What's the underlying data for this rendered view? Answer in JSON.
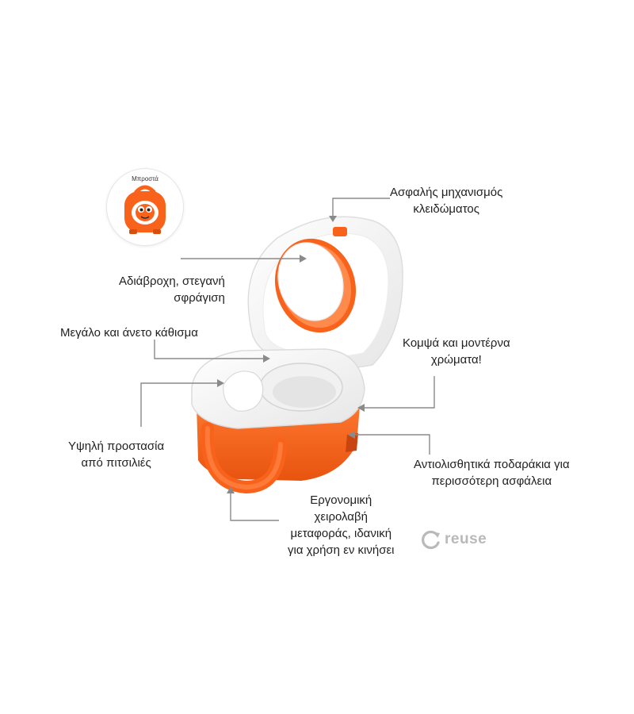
{
  "thumbnail": {
    "title": "Μπροστά"
  },
  "annotations": {
    "lock": [
      "Ασφαλής μηχανισμός",
      "κλειδώματος"
    ],
    "seal": [
      "Αδιάβροχη, στεγανή",
      "σφράγιση"
    ],
    "seat": "Μεγάλο και άνετο κάθισμα",
    "colors": [
      "Κομψά και μοντέρνα",
      "χρώματα!"
    ],
    "splash": [
      "Υψηλή προστασία",
      "από πιτσιλιές"
    ],
    "feet": [
      "Αντιολισθητικά ποδαράκια για",
      "περισσότερη ασφάλεια"
    ],
    "handle": [
      "Εργονομική",
      "χειρολαβή",
      "μεταφοράς, ιδανική",
      "για χρήση εν κινήσει"
    ]
  },
  "brand": {
    "name": "reuse"
  },
  "colors": {
    "product_orange": "#f9621b",
    "product_white": "#f7f7f7",
    "arrow": "#8a8a8a",
    "logo_gray": "#b9b9b9"
  },
  "icons": {
    "brand": "reuse-logo-icon",
    "thumb": "potty-front-view-icon"
  }
}
